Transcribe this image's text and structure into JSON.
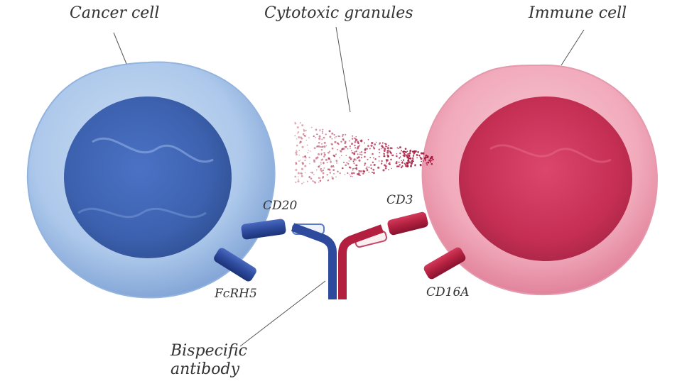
{
  "labels": {
    "cancer_cell": "Cancer cell",
    "cytotoxic_granules": "Cytotoxic granules",
    "immune_cell": "Immune cell",
    "cd20": "CD20",
    "fcrh5": "FcRH5",
    "cd3": "CD3",
    "cd16a": "CD16A",
    "bispecific_line1": "Bispecific",
    "bispecific_line2": "antibody"
  },
  "colors": {
    "cancer_cell_outer": "#a9c6ea",
    "cancer_cell_nucleus": "#2f55a8",
    "immune_cell_outer": "#f1a6b8",
    "immune_cell_nucleus": "#c01d45",
    "receptor_blue": "#2d4a9c",
    "receptor_red": "#b3203f",
    "granules": "#a3163b",
    "leader_line": "#555555"
  }
}
